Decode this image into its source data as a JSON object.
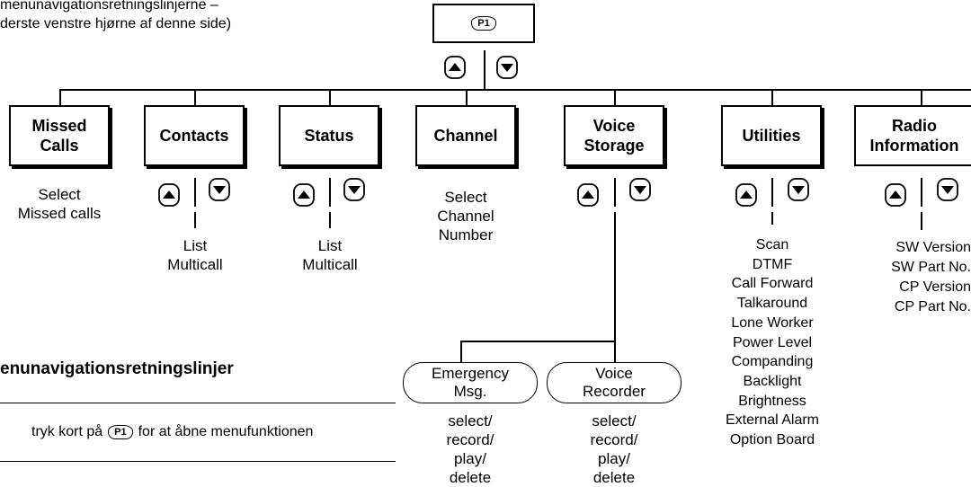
{
  "top_note": {
    "line1": "menunavigationsretningslinjerne –",
    "line2": "derste venstre hjørne af denne side)"
  },
  "root_key": "P1",
  "menus": [
    {
      "title": "Missed Calls",
      "detail": "Select\nMissed calls"
    },
    {
      "title": "Contacts",
      "detail": "List\nMulticall"
    },
    {
      "title": "Status",
      "detail": "List\nMulticall"
    },
    {
      "title": "Channel",
      "detail": "Select\nChannel\nNumber"
    },
    {
      "title": "Voice Storage",
      "detail": ""
    },
    {
      "title": "Utilities",
      "detail": "Scan\nDTMF\nCall Forward\nTalkaround\nLone Worker\nPower Level\nCompanding\nBacklight\nBrightness\nExternal Alarm\nOption Board"
    },
    {
      "title": "Radio Information",
      "detail": "SW Version\nSW Part No.\nCP Version\nCP Part No."
    }
  ],
  "voice_storage_sub": [
    {
      "title": "Emergency Msg.",
      "detail": "select/\nrecord/\nplay/\ndelete"
    },
    {
      "title": "Voice Recorder",
      "detail": "select/\nrecord/\nplay/\ndelete"
    }
  ],
  "guidelines": {
    "heading": "enunavigationsretningslinjer",
    "instruction_before": "tryk kort på",
    "instruction_key": "P1",
    "instruction_after": "for at åbne menufunktionen"
  }
}
